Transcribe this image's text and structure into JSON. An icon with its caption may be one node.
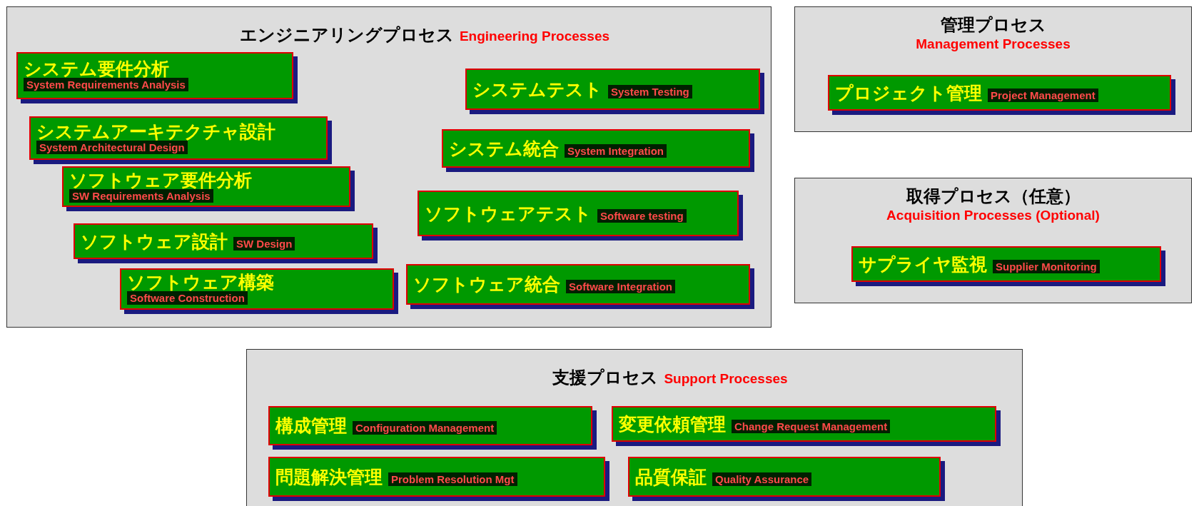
{
  "diagram": {
    "nodes": [
      {
        "text": [
          "エンジニアリングプロセス",
          "Engineering Processes"
        ]
      },
      {
        "text": [
          "システム要件分析",
          "System Requirements Analysis"
        ],
        "in": 0
      },
      {
        "text": [
          "システムアーキテクチャ設計",
          "System Architectural Design"
        ],
        "in": 0
      },
      {
        "text": [
          "ソフトウェア要件分析",
          "SW  Requirements Analysis"
        ],
        "in": 0
      },
      {
        "text": [
          "ソフトウェア設計",
          "SW  Design"
        ],
        "in": 0
      },
      {
        "text": [
          "ソフトウェア構築",
          "Software Construction"
        ],
        "in": 0
      },
      {
        "text": [
          "システムテスト",
          "System Testing"
        ],
        "in": 0
      },
      {
        "text": [
          "システム統合",
          "System Integration"
        ],
        "in": 0
      },
      {
        "text": [
          "ソフトウェアテスト",
          "Software testing"
        ],
        "in": 0
      },
      {
        "text": [
          "ソフトウェア統合",
          "Software Integration"
        ],
        "in": 0
      },
      {
        "text": [
          "管理プロセス",
          "Management Processes"
        ]
      },
      {
        "text": [
          "プロジェクト管理",
          "Project Management"
        ],
        "in": 10
      },
      {
        "text": [
          "取得プロセス（任意）",
          "Acquisition Processes (Optional)"
        ]
      },
      {
        "text": [
          "サプライヤ監視",
          "Supplier Monitoring"
        ],
        "in": 12
      },
      {
        "text": [
          "支援プロセス",
          "Support Processes"
        ]
      },
      {
        "text": [
          "構成管理",
          "Configuration Management"
        ],
        "in": 14
      },
      {
        "text": [
          "変更依頼管理",
          "Change Request Management"
        ],
        "in": 14
      },
      {
        "text": [
          "問題解決管理",
          "Problem Resolution Mgt"
        ],
        "in": 14
      },
      {
        "text": [
          "品質保証",
          "Quality Assurance"
        ],
        "in": 14
      }
    ]
  }
}
